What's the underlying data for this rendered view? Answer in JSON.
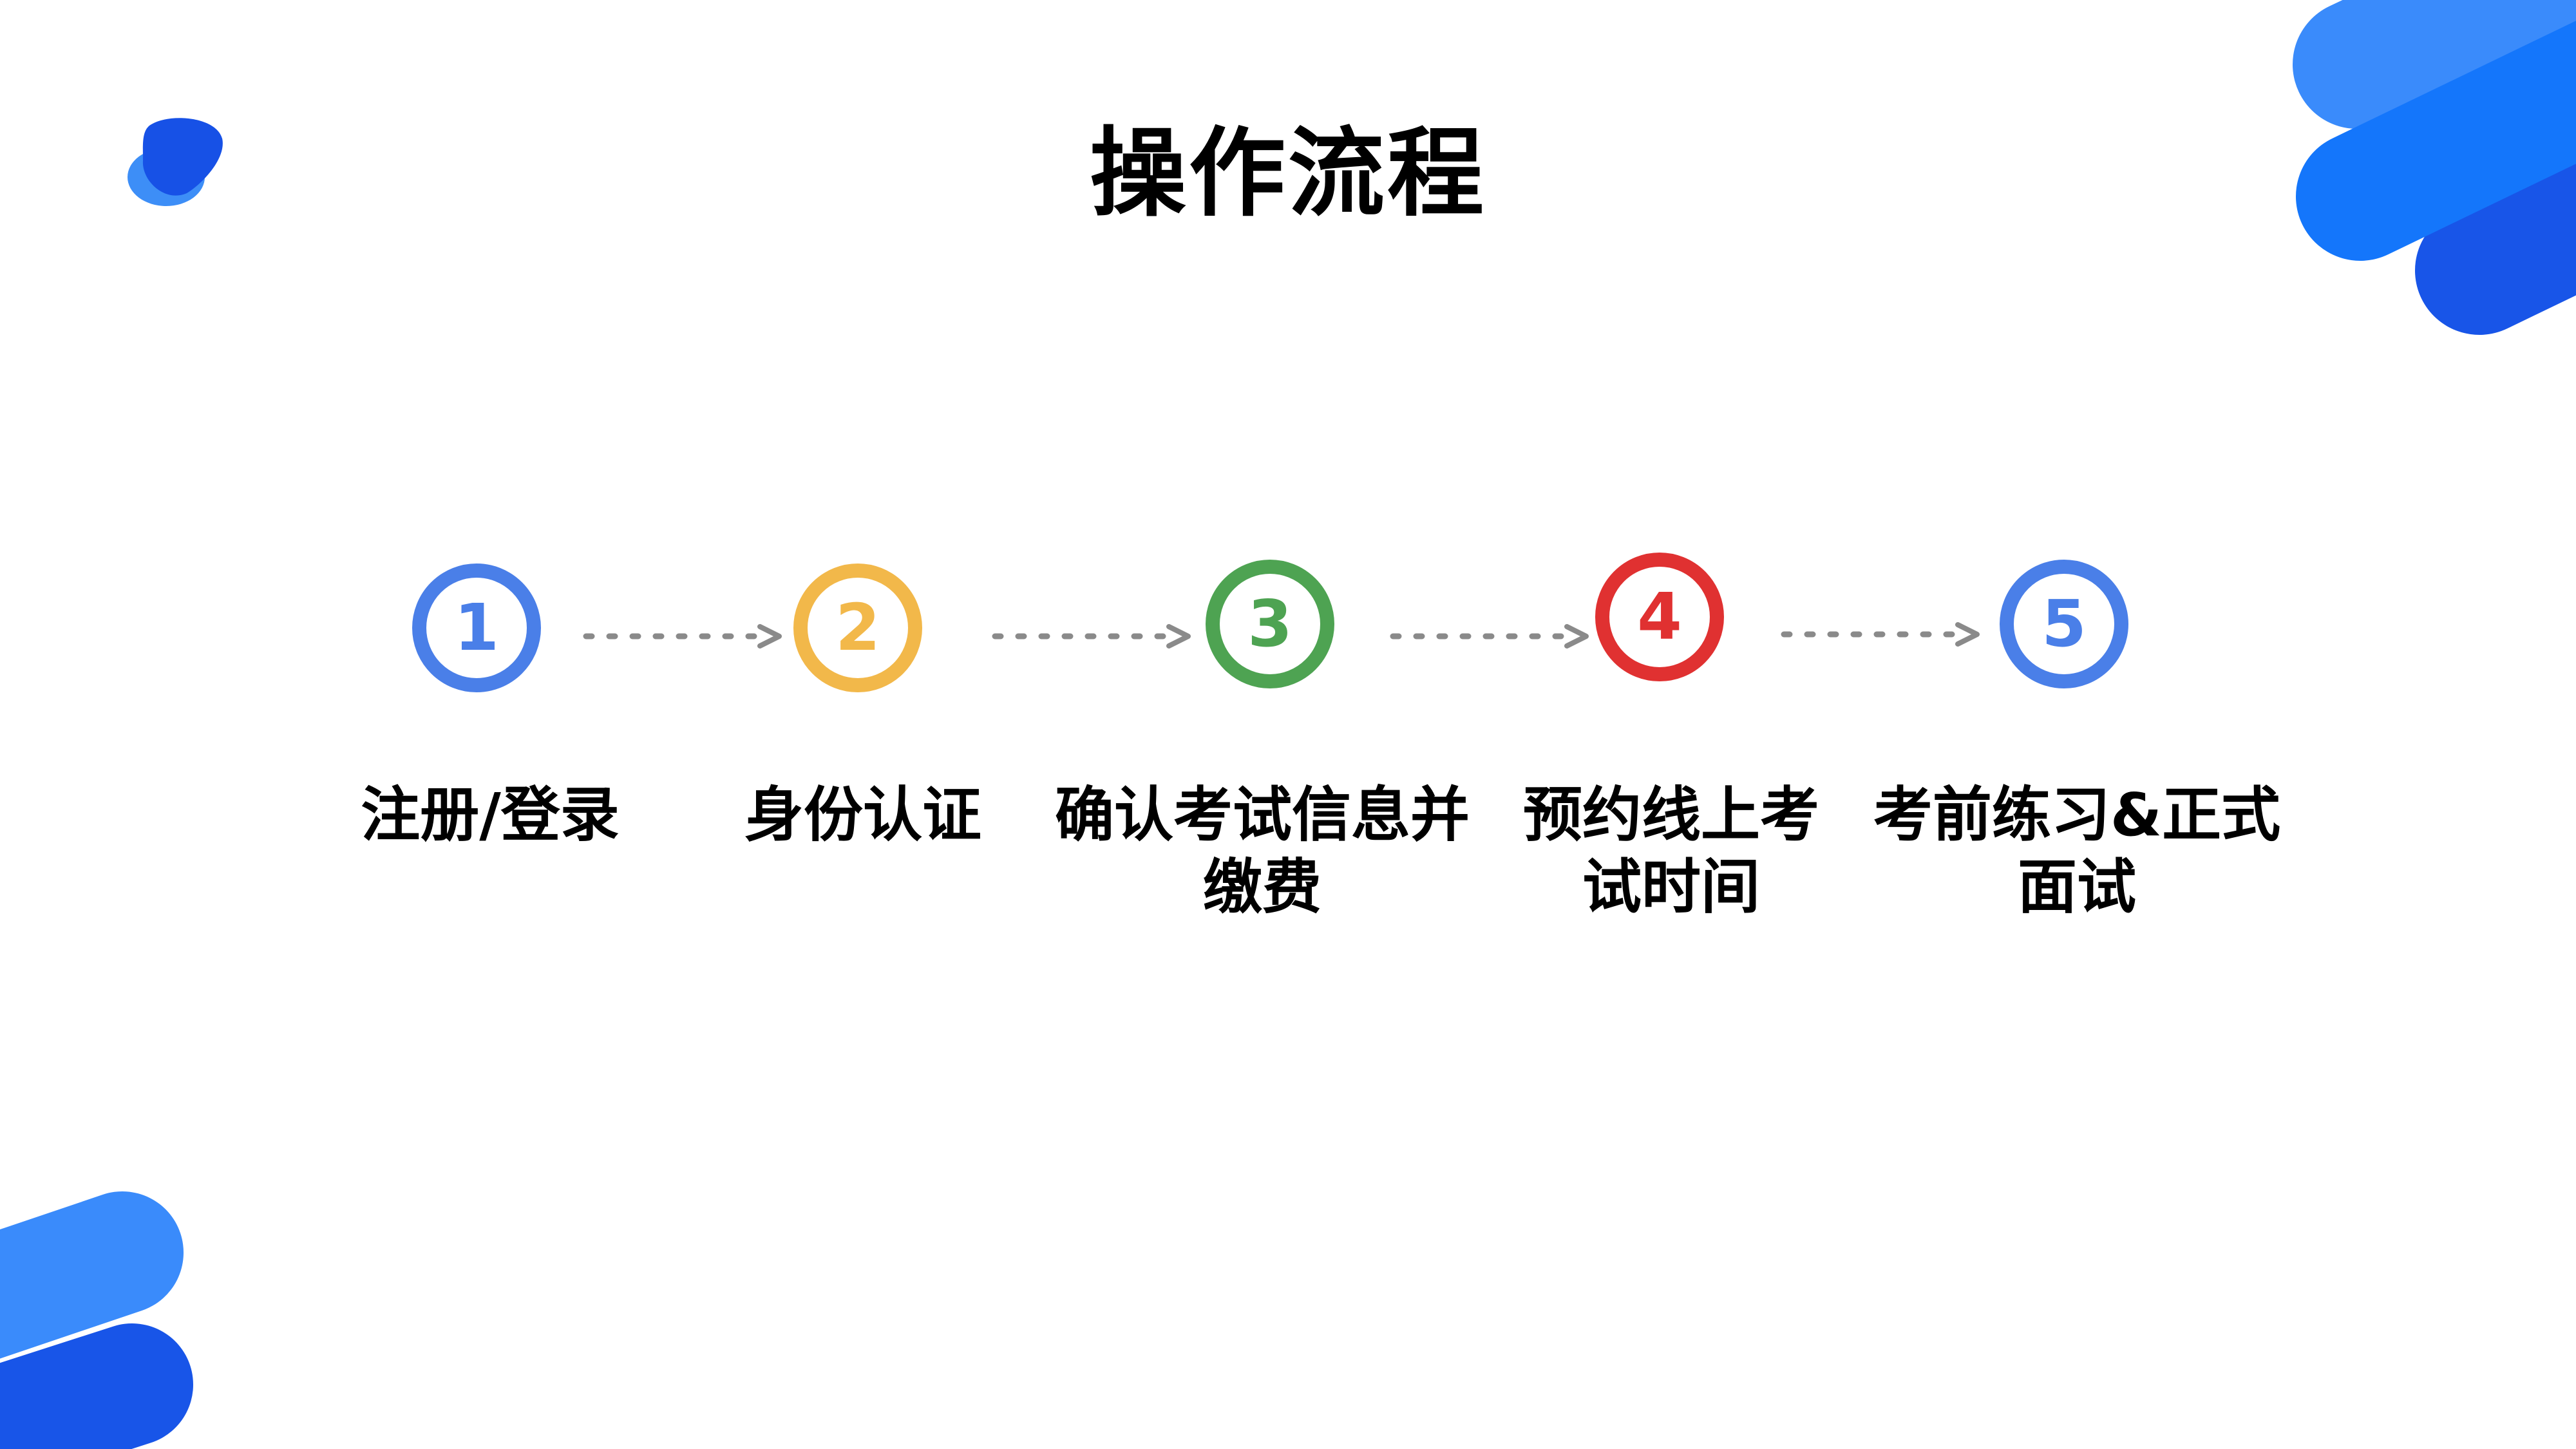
{
  "title": "操作流程",
  "colors": {
    "blue": "#4a7fe8",
    "yellow": "#f2b84a",
    "green": "#4ea352",
    "red": "#e03131",
    "arrow": "#8a8a8a"
  },
  "steps": [
    {
      "number": "1",
      "label": "注册/登录",
      "color": "#4a7fe8"
    },
    {
      "number": "2",
      "label": "身份认证",
      "color": "#f2b84a"
    },
    {
      "number": "3",
      "label": "确认考试信息并缴费",
      "color": "#4ea352"
    },
    {
      "number": "4",
      "label": "预约线上考试时间",
      "color": "#e03131"
    },
    {
      "number": "5",
      "label": "考前练习&正式面试",
      "color": "#4a7fe8"
    }
  ]
}
